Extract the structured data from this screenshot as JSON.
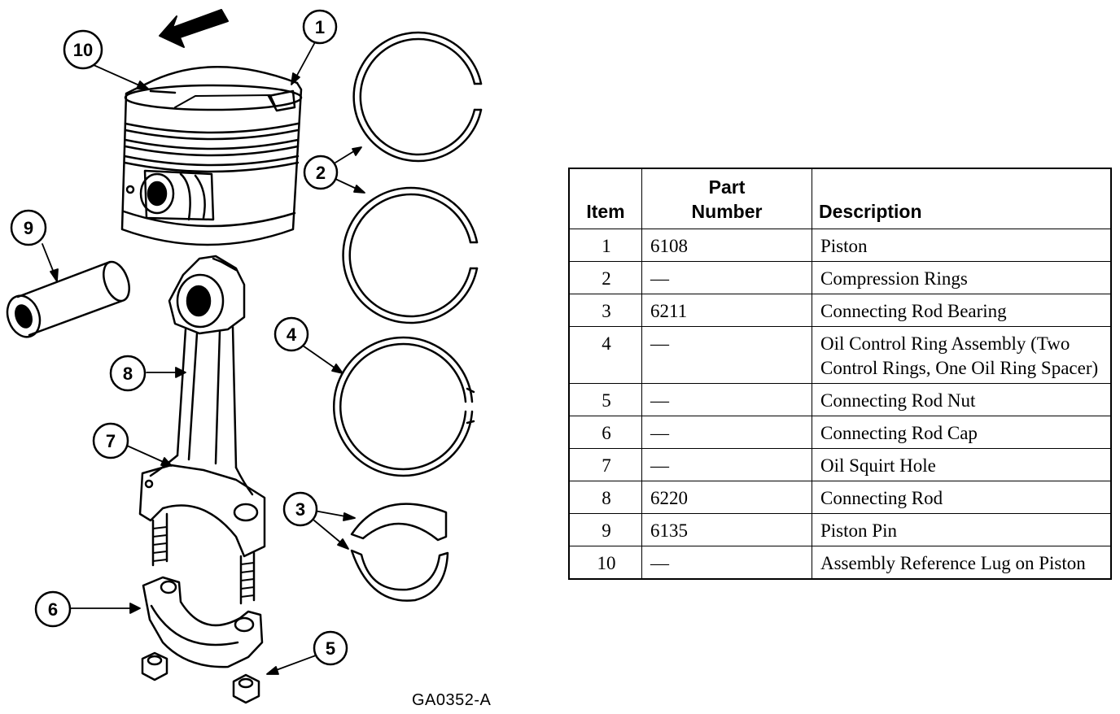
{
  "figure_id": "GA0352-A",
  "callouts": [
    "1",
    "2",
    "3",
    "4",
    "5",
    "6",
    "7",
    "8",
    "9",
    "10"
  ],
  "table": {
    "headers": {
      "item": "Item",
      "part_line1": "Part",
      "part_line2": "Number",
      "description": "Description"
    },
    "rows": [
      {
        "item": "1",
        "part": "6108",
        "description": "Piston"
      },
      {
        "item": "2",
        "part": "—",
        "description": "Compression Rings"
      },
      {
        "item": "3",
        "part": "6211",
        "description": "Connecting Rod Bearing"
      },
      {
        "item": "4",
        "part": "—",
        "description": "Oil Control Ring Assembly (Two Control Rings, One Oil Ring Spacer)"
      },
      {
        "item": "5",
        "part": "—",
        "description": "Connecting Rod Nut"
      },
      {
        "item": "6",
        "part": "—",
        "description": "Connecting Rod Cap"
      },
      {
        "item": "7",
        "part": "—",
        "description": "Oil Squirt Hole"
      },
      {
        "item": "8",
        "part": "6220",
        "description": "Connecting Rod"
      },
      {
        "item": "9",
        "part": "6135",
        "description": "Piston Pin"
      },
      {
        "item": "10",
        "part": "—",
        "description": "Assembly Reference Lug on Piston"
      }
    ]
  }
}
